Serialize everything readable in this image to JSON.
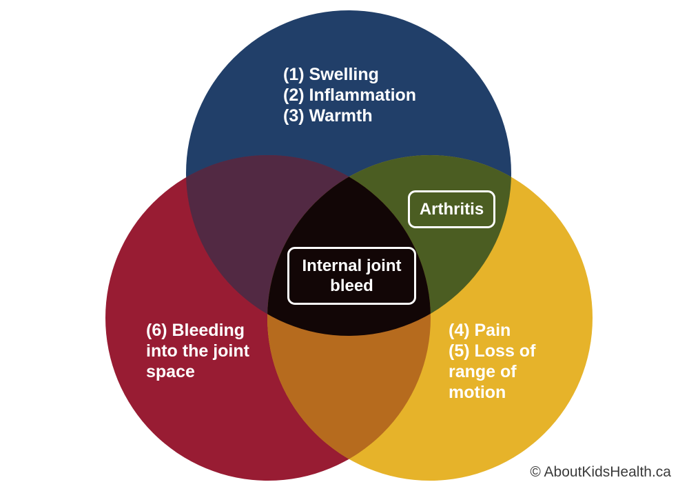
{
  "colors": {
    "top_circle": "#213f69",
    "left_circle": "#981c33",
    "right_circle": "#e6b32a",
    "top_left_overlap": "#522943",
    "top_right_overlap": "#4b5d22",
    "left_right_overlap": "#b66b1e",
    "center_overlap": "#120606"
  },
  "top_circle": {
    "lines": [
      "(1) Swelling",
      "(2) Inflammation",
      "(3) Warmth"
    ]
  },
  "right_circle": {
    "lines": [
      "(4) Pain",
      "(5) Loss of",
      "range of",
      "motion"
    ]
  },
  "left_circle": {
    "lines": [
      "(6) Bleeding",
      "into the joint",
      "space"
    ]
  },
  "top_right_overlap": {
    "label": "Arthritis"
  },
  "center": {
    "lines": [
      "Internal joint",
      "bleed"
    ]
  },
  "copyright": "© AboutKidsHealth.ca"
}
